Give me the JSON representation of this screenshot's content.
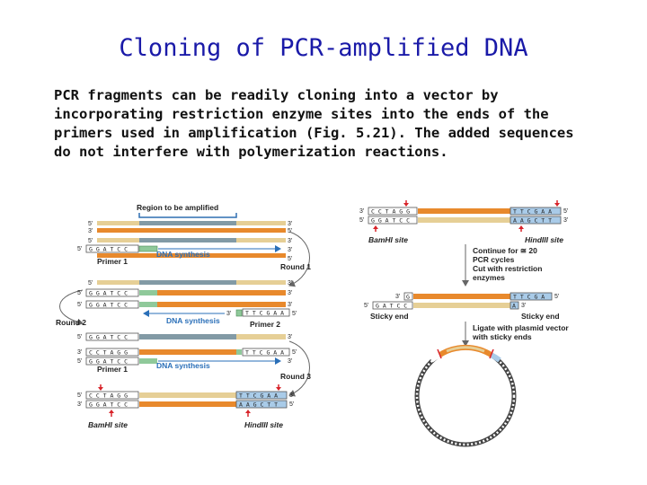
{
  "slide": {
    "title": "Cloning of PCR-amplified DNA",
    "body": "PCR fragments can be readily cloning into a vector by\nincorporating restriction enzyme sites into the ends of the\nprimers used in amplification (Fig. 5.21). The added sequences\ndo not interfere with polymerization reactions."
  },
  "figure": {
    "left": {
      "region_label": "Region to be amplified",
      "primer1": "Primer 1",
      "primer2": "Primer 2",
      "dna_synthesis": "DNA synthesis",
      "round1": "Round 1",
      "round2": "Round 2",
      "round3": "Round 3",
      "bamhi_site": "BamHI site",
      "hindiii_site": "HindIII site",
      "seq_ggatcc": "G G A T C C",
      "seq_cctagg": "C C T A G G",
      "seq_ttcgaa": "T T C G A A",
      "seq_aagctt": "A A G C T T",
      "five_prime": "5'",
      "three_prime": "3'"
    },
    "right": {
      "seq_cctagg": "C C T A G G",
      "seq_ggatcc": "G G A T C C",
      "seq_ttcgaa": "T T C G A A",
      "seq_aagctt": "A A G C T T",
      "bamhi_site": "BamHI site",
      "hindiii_site": "HindIII site",
      "step1": [
        "Continue for ≅ 20",
        "PCR cycles",
        "Cut with restriction",
        "enzymes"
      ],
      "sticky_g": "G",
      "sticky_gatcc": "G A T C C",
      "sticky_ttcga": "T T C G A",
      "sticky_a": "A",
      "sticky_end": "Sticky end",
      "step2": [
        "Ligate with plasmid vector",
        "with sticky ends"
      ],
      "five_prime": "5'",
      "three_prime": "3'"
    }
  },
  "colors": {
    "title": "#1a1aa8",
    "strand_tan": "#e6cf96",
    "strand_orange": "#e8892c",
    "primer_green": "#8fc99a",
    "region_blue": "#2f6fb2",
    "site_light_blue": "#a9cbe8",
    "red_arrow": "#d8242a",
    "annotation_blue": "#2a6fb8"
  }
}
